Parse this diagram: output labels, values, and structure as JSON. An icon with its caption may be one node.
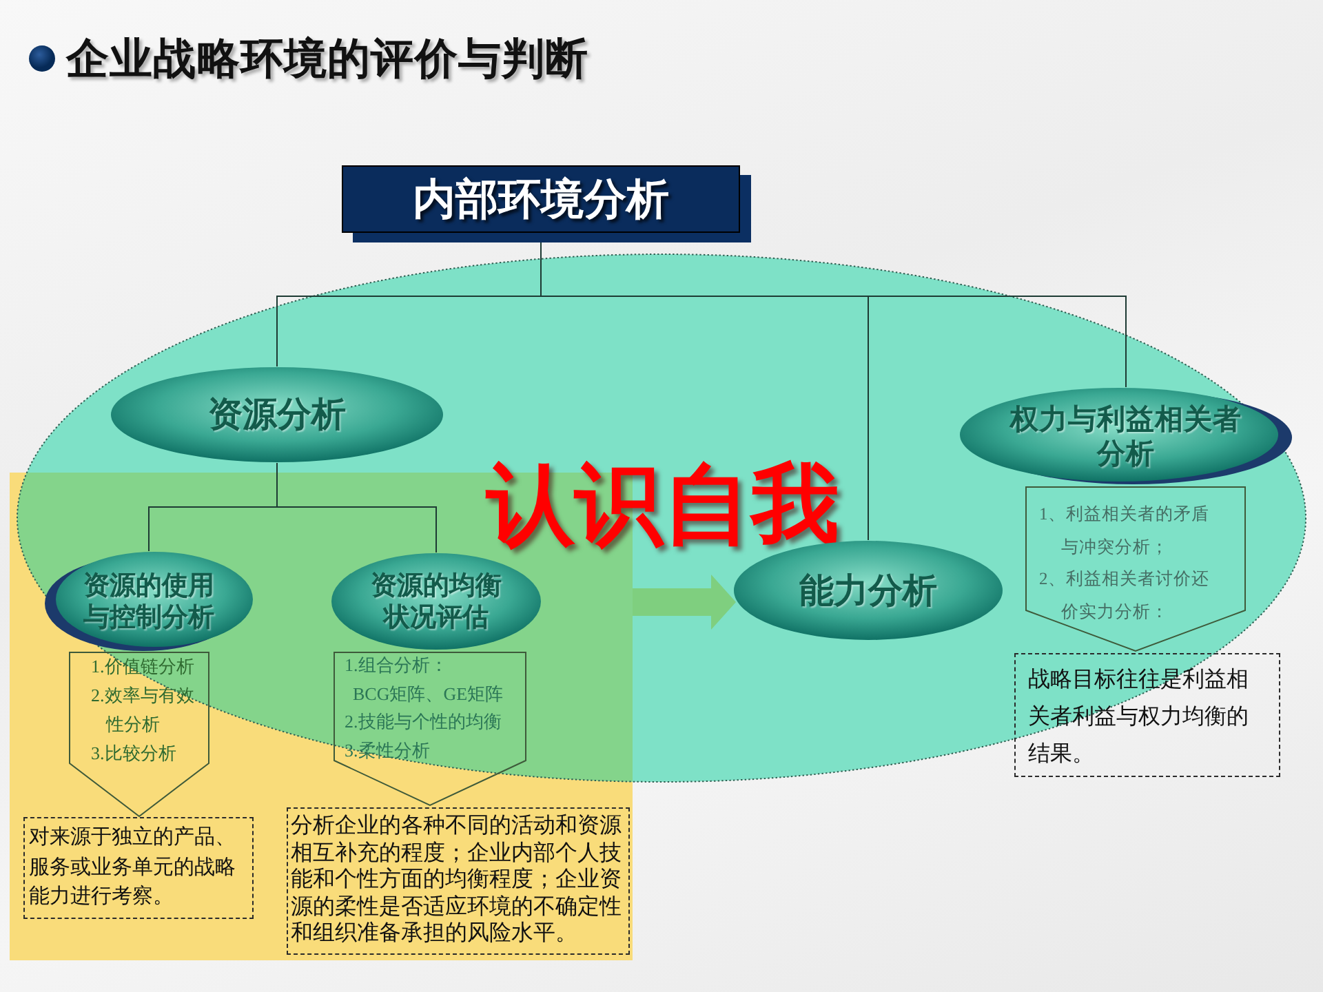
{
  "diagram": {
    "title": "企业战略环境的评价与判断",
    "nodes": [
      {
        "text": [
          "内部环境分析"
        ]
      },
      {
        "text": [
          "认识自我"
        ]
      },
      {
        "text": [
          "资源分析"
        ],
        "in": 1
      },
      {
        "text": [
          "权力与利益相关者分析"
        ],
        "in": 1
      },
      {
        "text": [],
        "shape": "box"
      },
      {
        "text": [
          "资源的使用与控制分析"
        ]
      },
      {
        "text": [
          "资源的均衡状况评估"
        ]
      },
      {
        "text": [
          "能力分析"
        ],
        "in": 1
      },
      {
        "text": [
          "1.价值链分析",
          "2.效率与有效性分析",
          "3.比较分析"
        ],
        "in": 4
      },
      {
        "text": [
          "1.组合分析：BCG矩阵、GE矩阵",
          "2.技能与个性的均衡",
          "3.柔性分析"
        ],
        "in": 4
      },
      {
        "text": [
          "1、利益相关者的矛盾与冲突分析；",
          "2、利益相关者讨价还价实力分析："
        ],
        "in": 1
      },
      {
        "text": [
          "对来源于独立的产品、服务或业务单元的战略能力进行考察。"
        ],
        "in": 4
      },
      {
        "text": [
          "分析企业的各种不同的活动和资源相互补充的程度；企业内部个人技能和个性方面的均衡程度；企业资源的柔性是否适应环境的不确定性和组织准备承担的风险水平。"
        ],
        "in": 4
      },
      {
        "text": [
          "战略目标往往是利益相关者利益与权力均衡的结果。"
        ]
      }
    ],
    "edges": [
      {
        "from": 0,
        "to": 2,
        "arrow": "none"
      },
      {
        "from": 0,
        "to": 7,
        "arrow": "none"
      },
      {
        "from": 0,
        "to": 3,
        "arrow": "none"
      },
      {
        "from": 2,
        "to": 5,
        "arrow": "none"
      },
      {
        "from": 2,
        "to": 6,
        "arrow": "none"
      },
      {
        "from": 4,
        "to": 7,
        "arrow": "to",
        "style": "thick",
        "color": "#7fcf7f"
      }
    ]
  }
}
